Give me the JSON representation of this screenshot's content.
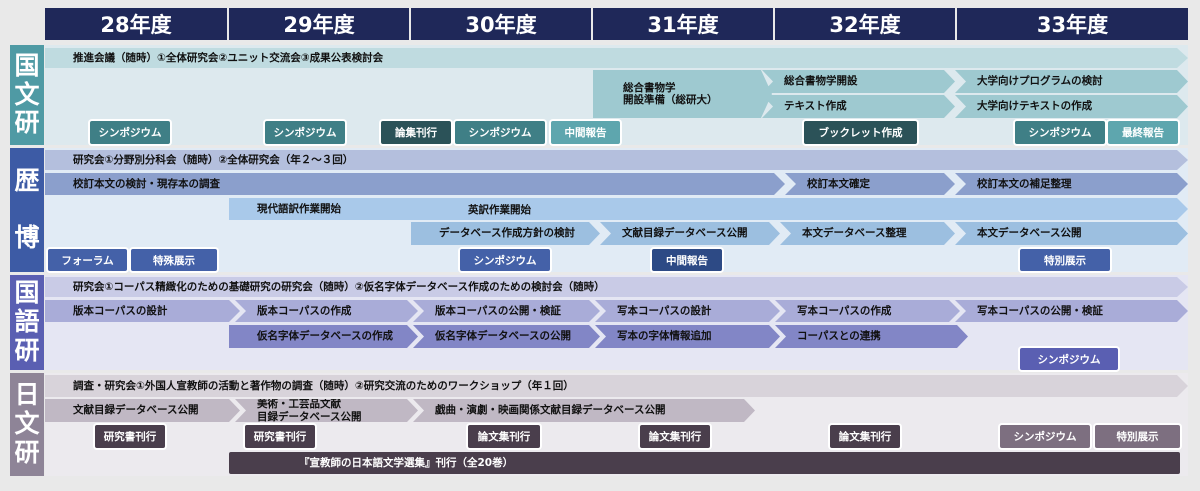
{
  "years": [
    "28年度",
    "29年度",
    "30年度",
    "31年度",
    "32年度",
    "33年度"
  ],
  "sections": [
    {
      "label": "国\n文\n研",
      "bars": [
        "推進会議（随時）①全体研究会②ユニット交流会③成果公表検討会",
        "総合書物学\n開設準備（総研大）",
        "総合書物学開設",
        "テキスト作成",
        "大学向けプログラムの検討",
        "大学向けテキストの作成"
      ],
      "buttons": [
        "シンポジウム",
        "シンポジウム",
        "論集刊行",
        "シンポジウム",
        "中間報告",
        "ブックレット作成",
        "シンポジウム",
        "最終報告"
      ]
    },
    {
      "label": "歴\n\n博",
      "bars": [
        "研究会①分野別分科会（随時）②全体研究会（年２～３回）",
        "校訂本文の検討・現存本の調査",
        "校訂本文確定",
        "校訂本文の補足整理",
        "現代語訳作業開始",
        "英訳作業開始",
        "データベース作成方針の検討",
        "文献目録データベース公開",
        "本文データベース整理",
        "本文データベース公開"
      ],
      "buttons": [
        "フォーラム",
        "特殊展示",
        "シンポジウム",
        "中間報告",
        "特別展示"
      ]
    },
    {
      "label": "国\n語\n研",
      "bars": [
        "研究会①コーパス精緻化のための基礎研究の研究会（随時）②仮名字体データベース作成のための検討会（随時）",
        "版本コーパスの設計",
        "版本コーパスの作成",
        "版本コーパスの公開・検証",
        "写本コーパスの設計",
        "写本コーパスの作成",
        "写本コーパスの公開・検証",
        "仮名字体データベースの作成",
        "仮名字体データベースの公開",
        "写本の字体情報追加",
        "コーパスとの連携"
      ],
      "buttons": [
        "シンポジウム"
      ]
    },
    {
      "label": "日\n文\n研",
      "bars": [
        "調査・研究会①外国人宣教師の活動と著作物の調査（随時）②研究交流のためのワークショップ（年１回）",
        "文献目録データベース公開",
        "美術・工芸品文献\n目録データベース公開",
        "戯曲・演劇・映画関係文献目録データベース公開",
        "『宣教師の日本語文学選集』刊行（全20巻）"
      ],
      "buttons": [
        "研究書刊行",
        "研究書刊行",
        "論文集刊行",
        "論文集刊行",
        "論文集刊行",
        "シンポジウム",
        "特別展示"
      ]
    }
  ],
  "colors": {
    "header": "#1f2859",
    "kokubunken": {
      "label": "#4f9aa4",
      "bg": "#dde9ee",
      "bar1": "#bfdbe0",
      "bar2": "#9ec9d0",
      "btn": "#3f7f86",
      "btnDark": "#2b5258",
      "btnLight": "#5ea6ae"
    },
    "rekihaku": {
      "label": "#3d5ba5",
      "bg": "#e1ebf5",
      "bar1": "#b4bfdd",
      "bar2": "#8b9fcc",
      "bar3": "#a9c9ea",
      "bar4": "#9cbfe0",
      "btn": "#4461a8",
      "btnDark": "#2d4a85"
    },
    "kokugoken": {
      "label": "#5a5fb2",
      "bg": "#e5e6f3",
      "bar1": "#c9cbe6",
      "bar2": "#a9acd8",
      "bar3": "#8286c6",
      "btn": "#5a5fb2"
    },
    "nichibunken": {
      "label": "#8e8497",
      "bg": "#eceaee",
      "bar1": "#d8d3da",
      "bar2": "#c0b8c4",
      "btn": "#4a3e4c",
      "btnLight": "#7d6f80"
    }
  }
}
